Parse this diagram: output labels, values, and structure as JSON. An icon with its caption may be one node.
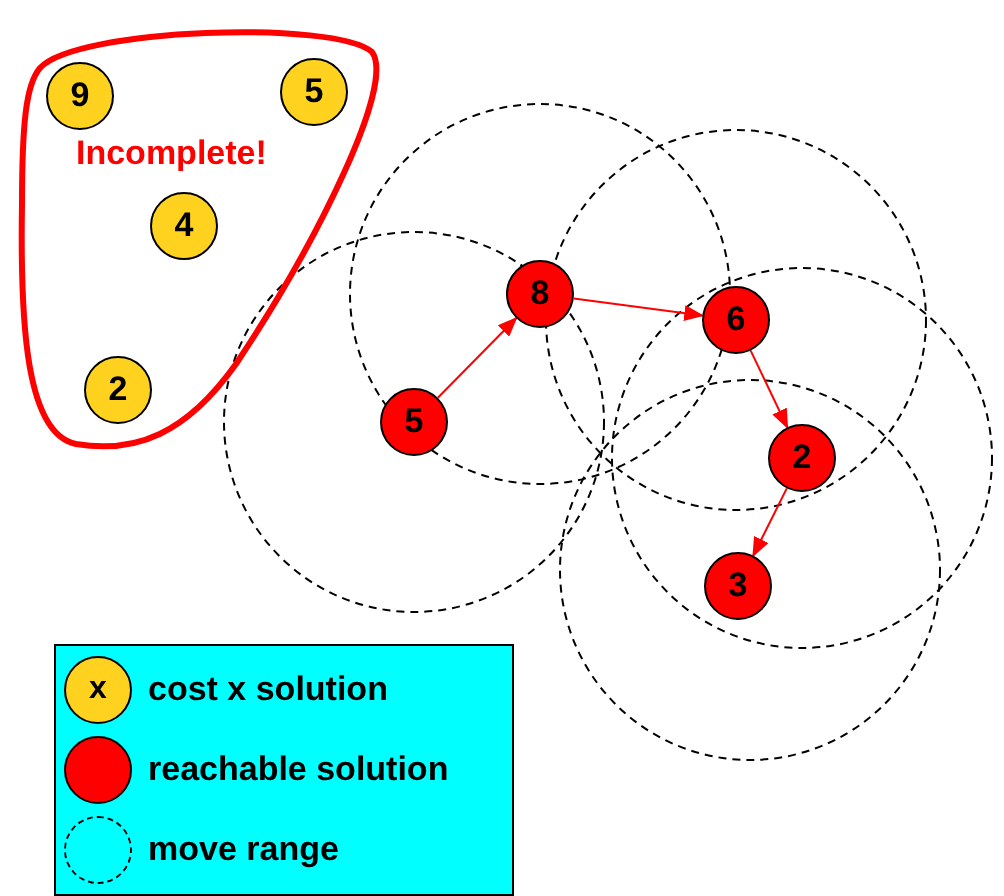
{
  "diagram": {
    "nodes": [
      {
        "text": [
          "Incomplete!"
        ]
      },
      {
        "text": [
          "9"
        ],
        "in": 0
      },
      {
        "text": [
          "5"
        ],
        "in": 0
      },
      {
        "text": [
          "4"
        ],
        "in": 0
      },
      {
        "text": [
          "2"
        ],
        "in": 0
      },
      {
        "text": [
          "8"
        ]
      },
      {
        "text": [
          "6"
        ]
      },
      {
        "text": [
          "5"
        ]
      },
      {
        "text": [
          "2"
        ]
      },
      {
        "text": [
          "3"
        ]
      }
    ],
    "edges": [
      {
        "from": 7,
        "to": 5,
        "arrow": "to"
      },
      {
        "from": 5,
        "to": 6,
        "arrow": "to"
      },
      {
        "from": 6,
        "to": 8,
        "arrow": "to"
      },
      {
        "from": 8,
        "to": 9,
        "arrow": "to"
      }
    ],
    "labels": [
      "x"
    ],
    "legend": [
      {
        "text": "cost x solution",
        "color": "#ffd21f"
      },
      {
        "text": "reachable solution",
        "color": "#ff0000"
      },
      {
        "text": "move range"
      }
    ]
  }
}
